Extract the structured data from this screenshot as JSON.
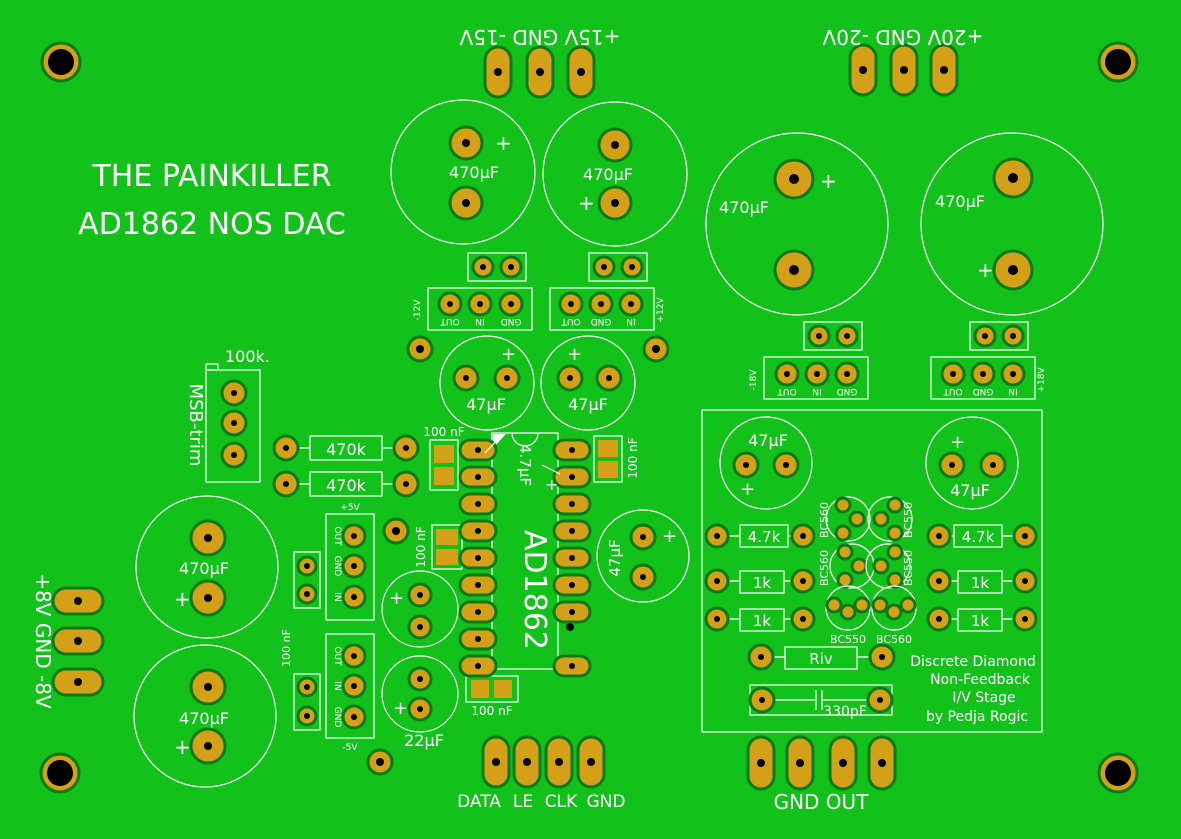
{
  "colors": {
    "board": "#13c11b",
    "copper": "#d4a017",
    "silk": "#ffffff",
    "hole": "#000000"
  },
  "title": {
    "line1": "THE PAINKILLER",
    "line2": "AD1862 NOS DAC"
  },
  "connectors": {
    "top15": "+15V GND -15V",
    "top20": "+20V GND -20V",
    "left8": "+8V GND -8V",
    "data": [
      "DATA",
      "LE",
      "CLK",
      "GND"
    ],
    "output": "GND OUT"
  },
  "regulators": {
    "neg12": {
      "volt": "-12V",
      "pins": [
        "OUT",
        "IN",
        "GND"
      ]
    },
    "pos12": {
      "volt": "+12V",
      "pins": [
        "OUT",
        "GND",
        "IN"
      ]
    },
    "neg18": {
      "volt": "-18V",
      "pins": [
        "OUT",
        "IN",
        "GND"
      ]
    },
    "pos18": {
      "volt": "+18V",
      "pins": [
        "OUT",
        "GND",
        "IN"
      ]
    },
    "pos5": {
      "volt": "+5V",
      "pins": [
        "OUT",
        "GND",
        "IN"
      ]
    },
    "neg5": {
      "volt": "-5V",
      "pins": [
        "OUT",
        "IN",
        "GND"
      ]
    }
  },
  "capacitors": {
    "c470": "470µF",
    "c47": "47µF",
    "c22": "22µF",
    "c100n": "100 nF",
    "c47u": "4.7µF",
    "c330p": "330pF",
    "plus": "+"
  },
  "resistors": {
    "r470k": "470k",
    "r47k": "4.7k",
    "r1k": "1k",
    "riv": "Riv"
  },
  "trimmer": {
    "label": "MSB-trim",
    "value": "100k."
  },
  "ic": {
    "label": "AD1862"
  },
  "transistors": {
    "bc560": "BC560",
    "bc550": "BC550"
  },
  "ivstage": {
    "line1": "Discrete Diamond",
    "line2": "Non-Feedback",
    "line3": "I/V Stage",
    "line4": "by Pedja Rogic"
  }
}
